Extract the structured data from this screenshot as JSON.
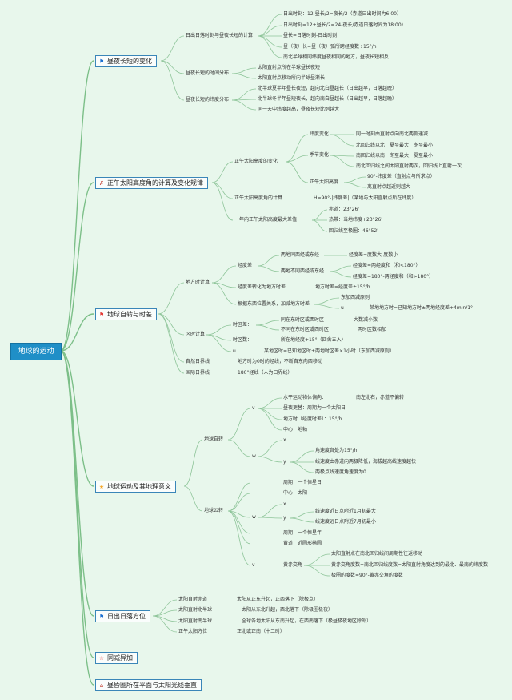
{
  "root": "地球的运动",
  "topics": {
    "t1": {
      "icon": "blue-flag-icon",
      "label": "昼夜长短的变化"
    },
    "t2": {
      "icon": "tools-icon",
      "label": "正午太阳高度角的计算及变化规律"
    },
    "t3": {
      "icon": "red-flag-icon",
      "label": "地球自转与时差"
    },
    "t4": {
      "icon": "orange-star-icon",
      "label": "地球运动及其地理意义"
    },
    "t5": {
      "icon": "blue-flag-icon",
      "label": "日出日落方位"
    },
    "t6": {
      "icon": "red-outline-star-icon",
      "label": "同减异加"
    },
    "t7": {
      "icon": "house-icon",
      "label": "昼昏圈所在平面与太阳光线垂直"
    }
  },
  "nodes": {
    "d1": "日出日落时刻与昼夜长短的计算",
    "d1a": "日出时刻：12-昼长/2=夜长/2（赤道日出时间为6:00）",
    "d1b": "日出时刻=12+昼长/2=24-夜长/赤道日落时间为18:00）",
    "d1c": "昼长=日落时刻-日出时刻",
    "d1d": "昼（夜）长=昼（夜）弧所跨经度数÷15°/h",
    "d1e": "南北半球相同纬度昼夜相同的地方，昼夜长短相反",
    "d2": "昼夜长短的时间分布",
    "d2a": "太阳直射点所在半球昼长夜短",
    "d2b": "太阳直射点移动所向半球昼渐长",
    "d3": "昼夜长短的纬度分布",
    "d3a": "北半球夏半年昼长夜短，越向北白昼越长（日出越早，日落越晚）",
    "d3b": "北半球冬半年昼短夜长，越向南白昼越长（日出越早，日落越晚）",
    "d3c": "同一天中纬度越高，昼夜长短比例越大",
    "e1": "正午太阳高度的变化",
    "e1a": "纬度变化",
    "e1a1": "同一时刻由直射点向南北两侧递减",
    "e1a2": "北回归线以北：夏至最大，冬至最小",
    "e1b": "季节变化",
    "e1b1": "南回归线以南：冬至最大，夏至最小",
    "e1b2": "南北回归线之间太阳直射两次，回归线上直射一次",
    "e1c": "正午太阳高度",
    "e1c1": "90°-纬度差（直射点与所求点）",
    "e1c2": "离直射点越近则越大",
    "e2": "正午太阳高度角的计算",
    "e2a": "H=90°-|纬度差|（某地与太阳直射点所在纬度）",
    "e3": "一年内正午太阳高度最大差值",
    "e3a": "赤道：23°26'",
    "e3b": "热带：当地纬度+23°26'",
    "e3c": "回归线至极圈：46°52'",
    "f1": "地方时计算",
    "f1a": "经度差",
    "f1a1": "两地同西经或东经",
    "f1a1a": "经度差=度数大-度数小",
    "f1a2": "两地不同西经或东经",
    "f1a2a": "经度差=两经度和（和<180°）",
    "f1a2b": "经度差=180°-两经度和（和>180°）",
    "f1b": "经度差转化为地方时差",
    "f1b1": "地方时差=经度差÷15°/h",
    "f1c": "根据东西位置关系，加减地方时差",
    "f1c1": "东加西减原则",
    "f1c2": "u",
    "f1c3": "某地地方时=已知地方时±两地经度差÷4min/1°",
    "f2": "区时计算",
    "f2a": "时区差：",
    "f2a1": "同在东时区或西时区",
    "f2a1a": "大数减小数",
    "f2a2": "不同在东时区或西时区",
    "f2a2a": "两时区数相加",
    "f2b": "时区数：",
    "f2b1": "所在地经度÷15°（四舍五入）",
    "f2c": "u",
    "f2c1": "某地区时=已知地区时±两地时区差×1小时（东加西减原则）",
    "f3": "自然日界线",
    "f3a": "地方时为0时的经线，不断自东向西移动",
    "f4": "国际日界线",
    "f4a": "180°经线（人为日界线）",
    "g1": "地球自转",
    "g1v": "v",
    "g1a": "水平运动物体偏向：",
    "g1a1": "南左北右，赤道不偏转",
    "g1b": "昼夜更替：周期为一个太阳日",
    "g1c": "地方时（经度时差）：15°/h",
    "g1d": "中心：地轴",
    "g1x": "x",
    "g1w": "w",
    "g1y": "y",
    "g1y1": "角速度各处为15°/h",
    "g1y2": "线速度由赤道向两极降低，海拔越高线速度越快",
    "g1y3": "两极点线速度角速度为0",
    "g2": "地球公转",
    "g2a": "周期：一个恒星日",
    "g2b": "中心：太阳",
    "g2x": "x",
    "g2w": "w",
    "g2y": "y",
    "g2y1": "线速度近日点附近1月初最大",
    "g2y2": "线速度远日点附近7月初最小",
    "g2c": "周期：一个恒星年",
    "g2d": "黄道：近圆形椭圆",
    "g2v": "v",
    "g2e": "黄赤交角",
    "g2e1": "太阳直射点在南北回归线间周期性往返移动",
    "g2e2": "黄赤交角度数=南北回归线度数=太阳直射角度达到的最北、最南的纬度数",
    "g2e3": "极圈的度数=90°-黄赤交角的度数",
    "h1": "太阳直射赤道",
    "h1a": "太阳从正东升起，正西落下（除极点）",
    "h2": "太阳直射北半球",
    "h2a": "太阳从东北升起，西北落下（除极圈极夜）",
    "h3": "太阳直射南半球",
    "h3a": "全球各地太阳从东南升起，在西南落下（极昼极夜地区除外）",
    "h4": "正午太阳方位",
    "h4a": "正北或正南（十二时）"
  }
}
